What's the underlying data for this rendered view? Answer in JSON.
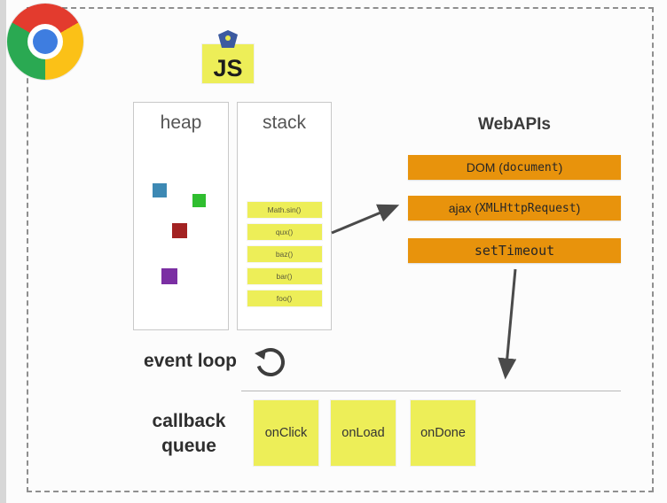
{
  "js_logo": {
    "label": "JS",
    "color": "#edee58"
  },
  "heap": {
    "label": "heap",
    "squares": [
      {
        "name": "blue-square",
        "color": "#3d89b4"
      },
      {
        "name": "green-square",
        "color": "#2fbe2f"
      },
      {
        "name": "red-square",
        "color": "#a32222"
      },
      {
        "name": "purple-square",
        "color": "#7b2fa3"
      }
    ]
  },
  "stack": {
    "label": "stack",
    "frame_color": "#edee58",
    "frames": [
      {
        "label": "Math.sin()"
      },
      {
        "label": "qux()"
      },
      {
        "label": "baz()"
      },
      {
        "label": "bar()"
      },
      {
        "label": "foo()"
      }
    ]
  },
  "webapis": {
    "title": "WebAPIs",
    "bar_color": "#e8930c",
    "items": [
      {
        "prefix": "DOM (",
        "code": "document",
        "suffix": ")"
      },
      {
        "prefix": "ajax (",
        "code": "XMLHttpRequest",
        "suffix": ")"
      },
      {
        "prefix": "",
        "code": "setTimeout",
        "suffix": ""
      }
    ]
  },
  "event_loop": {
    "label": "event loop"
  },
  "callback_queue": {
    "label_line1": "callback",
    "label_line2": "queue",
    "box_color": "#edee58",
    "items": [
      {
        "label": "onClick"
      },
      {
        "label": "onLoad"
      },
      {
        "label": "onDone"
      }
    ]
  }
}
